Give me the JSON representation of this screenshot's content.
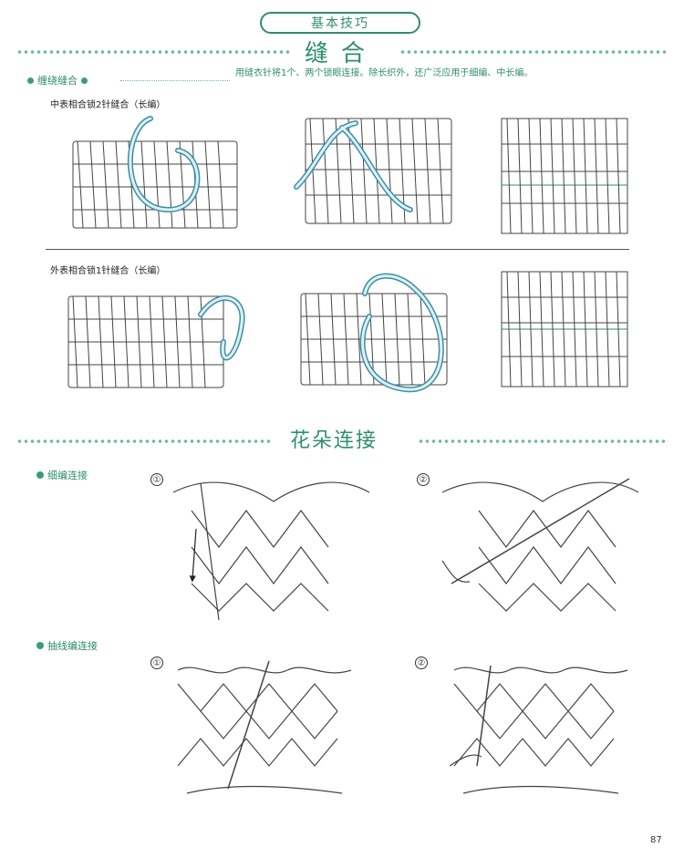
{
  "header": {
    "badge": "基本技巧",
    "title": "缝合"
  },
  "section_seam": {
    "subheading": "缠绕缝合",
    "description": "用缝衣针将1个、两个锁眼连接。除长织外，还广泛应用于细编、中长编。",
    "row1_caption": "中表相合锁2针缝合（长编）",
    "row2_caption": "外表相合锁1针缝合（长编）"
  },
  "section_flower": {
    "title": "花朵连接",
    "sub1": "细编连接",
    "sub2": "抽线编连接",
    "step1": "①",
    "step2": "②"
  },
  "page_number": "87",
  "colors": {
    "accent": "#2e8e6e",
    "dots": "#6fb7a3",
    "yarn": "#3b8fa6"
  }
}
